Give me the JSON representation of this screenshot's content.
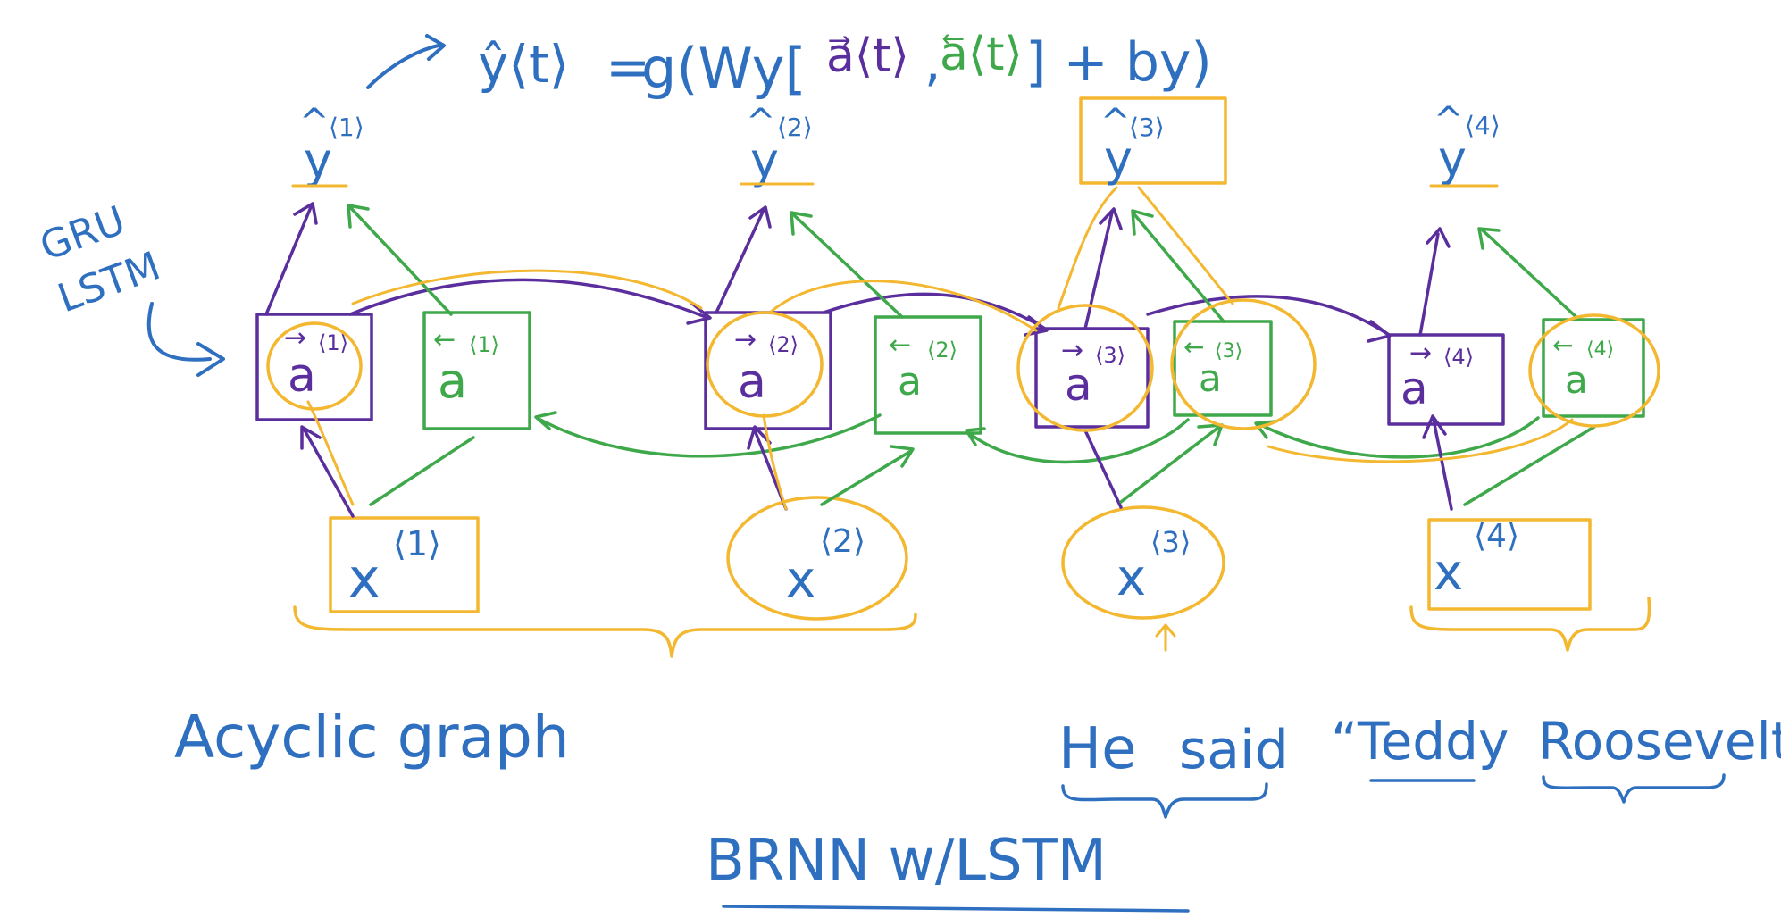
{
  "colors": {
    "blue": "#2f6fc0",
    "purple": "#5b2e9e",
    "green": "#3ea84a",
    "yellow": "#f3b730",
    "background": "#ffffff"
  },
  "formula": {
    "lhs": "ŷ⟨t⟩",
    "equals": "=",
    "func": "g(Wy[",
    "a_fwd": "a⃗⟨t⟩",
    "comma": ",",
    "a_bwd": "a⃖⟨t⟩",
    "close": "] + by)"
  },
  "side_note": {
    "line1": "GRU",
    "line2": "LSTM"
  },
  "outputs": [
    {
      "hat": "^",
      "symbol": "y",
      "super": "⟨1⟩"
    },
    {
      "hat": "^",
      "symbol": "y",
      "super": "⟨2⟩"
    },
    {
      "hat": "^",
      "symbol": "y",
      "super": "⟨3⟩"
    },
    {
      "hat": "^",
      "symbol": "y",
      "super": "⟨4⟩"
    }
  ],
  "forward_cells": [
    {
      "arrow": "→",
      "symbol": "a",
      "super": "⟨1⟩"
    },
    {
      "arrow": "→",
      "symbol": "a",
      "super": "⟨2⟩"
    },
    {
      "arrow": "→",
      "symbol": "a",
      "super": "⟨3⟩"
    },
    {
      "arrow": "→",
      "symbol": "a",
      "super": "⟨4⟩"
    }
  ],
  "backward_cells": [
    {
      "arrow": "←",
      "symbol": "a",
      "super": "⟨1⟩"
    },
    {
      "arrow": "←",
      "symbol": "a",
      "super": "⟨2⟩"
    },
    {
      "arrow": "←",
      "symbol": "a",
      "super": "⟨3⟩"
    },
    {
      "arrow": "←",
      "symbol": "a",
      "super": "⟨4⟩"
    }
  ],
  "inputs": [
    {
      "symbol": "x",
      "super": "⟨1⟩"
    },
    {
      "symbol": "x",
      "super": "⟨2⟩"
    },
    {
      "symbol": "x",
      "super": "⟨3⟩"
    },
    {
      "symbol": "x",
      "super": "⟨4⟩"
    }
  ],
  "annotations": {
    "acyclic": "Acyclic graph",
    "he": "He",
    "said": "said",
    "teddy": "“Teddy",
    "roosevelt": "Roosevelt ....”"
  },
  "title": "BRNN  w/LSTM"
}
